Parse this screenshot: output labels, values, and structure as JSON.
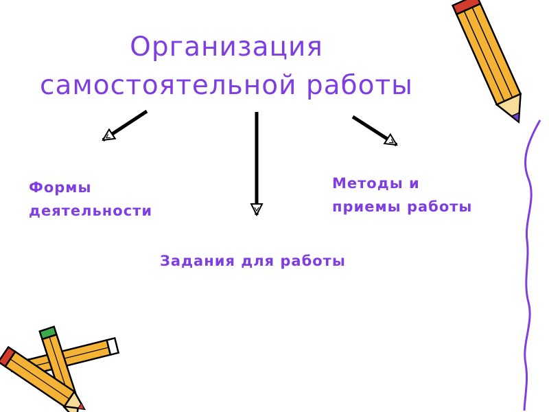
{
  "slide": {
    "title_line1": "Организация",
    "title_line2": "самостоятельной работы",
    "branches": {
      "left_line1": "Формы",
      "left_line2": "деятельности",
      "center": "Задания для работы",
      "right_line1": "Методы и",
      "right_line2": "приемы работы"
    }
  },
  "colors": {
    "text": "#7f3fe0",
    "arrow": "#000000",
    "pencil_body": "#f5b335",
    "pencil_outline": "#000000",
    "accent_line": "#7f3fe0"
  },
  "icons": [
    "pencil-icon",
    "pencils-icon",
    "arrow-icon"
  ]
}
